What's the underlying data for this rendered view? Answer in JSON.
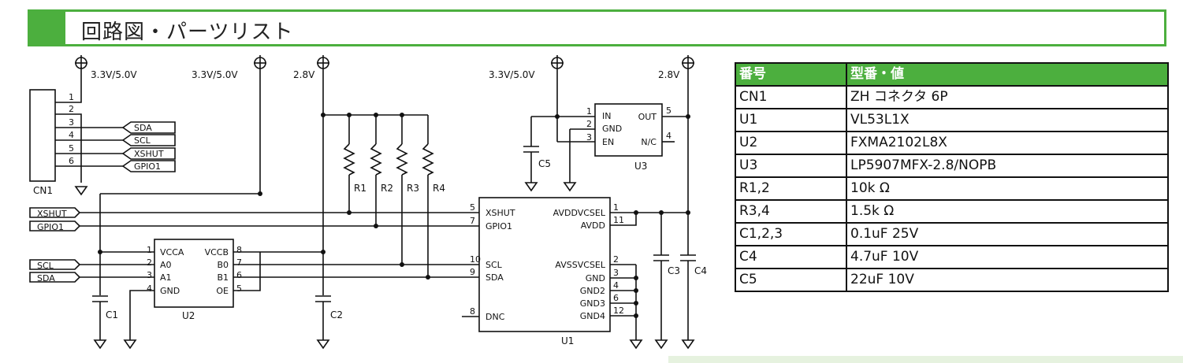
{
  "header": {
    "title": "回路図・パーツリスト"
  },
  "schematic": {
    "power_labels": {
      "cn1": "3.3V/5.0V",
      "u2": "3.3V/5.0V",
      "r": "2.8V",
      "u3_in": "3.3V/5.0V",
      "u3_out": "2.8V"
    },
    "cn1": {
      "ref": "CN1",
      "pins": [
        "1",
        "2",
        "3",
        "4",
        "5",
        "6"
      ],
      "signals": [
        "SDA",
        "SCL",
        "XSHUT",
        "GPIO1"
      ]
    },
    "external_ports": [
      "XSHUT",
      "GPIO1",
      "SCL",
      "SDA"
    ],
    "resistors": [
      "R1",
      "R2",
      "R3",
      "R4"
    ],
    "capacitors": [
      "C1",
      "C2",
      "C3",
      "C4",
      "C5"
    ],
    "u2": {
      "ref": "U2",
      "left_pins": [
        "VCCA",
        "A0",
        "A1",
        "GND"
      ],
      "right_pins": [
        "VCCB",
        "B0",
        "B1",
        "OE"
      ],
      "left_nums": [
        "1",
        "2",
        "3",
        "4"
      ],
      "right_nums": [
        "8",
        "7",
        "6",
        "5"
      ]
    },
    "u1": {
      "ref": "U1",
      "left_pins": [
        "XSHUT",
        "GPIO1",
        "SCL",
        "SDA",
        "DNC"
      ],
      "left_nums": [
        "5",
        "7",
        "10",
        "9",
        "8"
      ],
      "right_pins": [
        "AVDDVCSEL",
        "AVDD",
        "AVSSVCSEL",
        "GND",
        "GND2",
        "GND3",
        "GND4"
      ],
      "right_nums": [
        "1",
        "11",
        "2",
        "3",
        "4",
        "6",
        "12"
      ]
    },
    "u3": {
      "ref": "U3",
      "left_pins": [
        "IN",
        "GND",
        "EN"
      ],
      "left_nums": [
        "1",
        "2",
        "3"
      ],
      "right_pins": [
        "OUT",
        "N/C"
      ],
      "right_nums": [
        "5",
        "4"
      ]
    }
  },
  "parts_table": {
    "headers": [
      "番号",
      "型番・値"
    ],
    "rows": [
      [
        "CN1",
        "ZH コネクタ 6P"
      ],
      [
        "U1",
        "VL53L1X"
      ],
      [
        "U2",
        "FXMA2102L8X"
      ],
      [
        "U3",
        "LP5907MFX-2.8/NOPB"
      ],
      [
        "R1,2",
        "10k Ω"
      ],
      [
        "R3,4",
        "1.5k Ω"
      ],
      [
        "C1,2,3",
        "0.1uF 25V"
      ],
      [
        "C4",
        "4.7uF 10V"
      ],
      [
        "C5",
        "22uF 10V"
      ]
    ]
  },
  "colors": {
    "accent": "#4caf3e",
    "footer_tint": "#e6f2df"
  }
}
